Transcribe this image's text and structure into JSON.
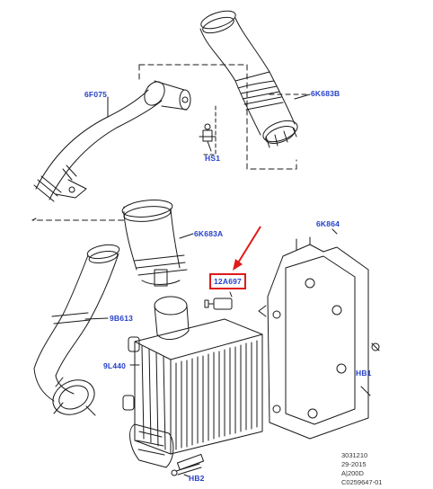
{
  "parts": [
    {
      "id": "6F075",
      "label": "6F075"
    },
    {
      "id": "6K683B",
      "label": "6K683B"
    },
    {
      "id": "HS1",
      "label": "HS1"
    },
    {
      "id": "6K683A",
      "label": "6K683A"
    },
    {
      "id": "6K864",
      "label": "6K864"
    },
    {
      "id": "12A697",
      "label": "12A697",
      "highlighted": true
    },
    {
      "id": "9B613",
      "label": "9B613"
    },
    {
      "id": "9L440",
      "label": "9L440"
    },
    {
      "id": "HB1",
      "label": "HB1"
    },
    {
      "id": "HB2",
      "label": "HB2"
    }
  ],
  "footer": {
    "line1": "3031210",
    "line2": "29-2015",
    "line3": "A|200D",
    "line4": "C0259647-01"
  },
  "colors": {
    "label_blue": "#2540c8",
    "highlight_red": "#e01a1a",
    "line_art": "#1a1a1a"
  }
}
